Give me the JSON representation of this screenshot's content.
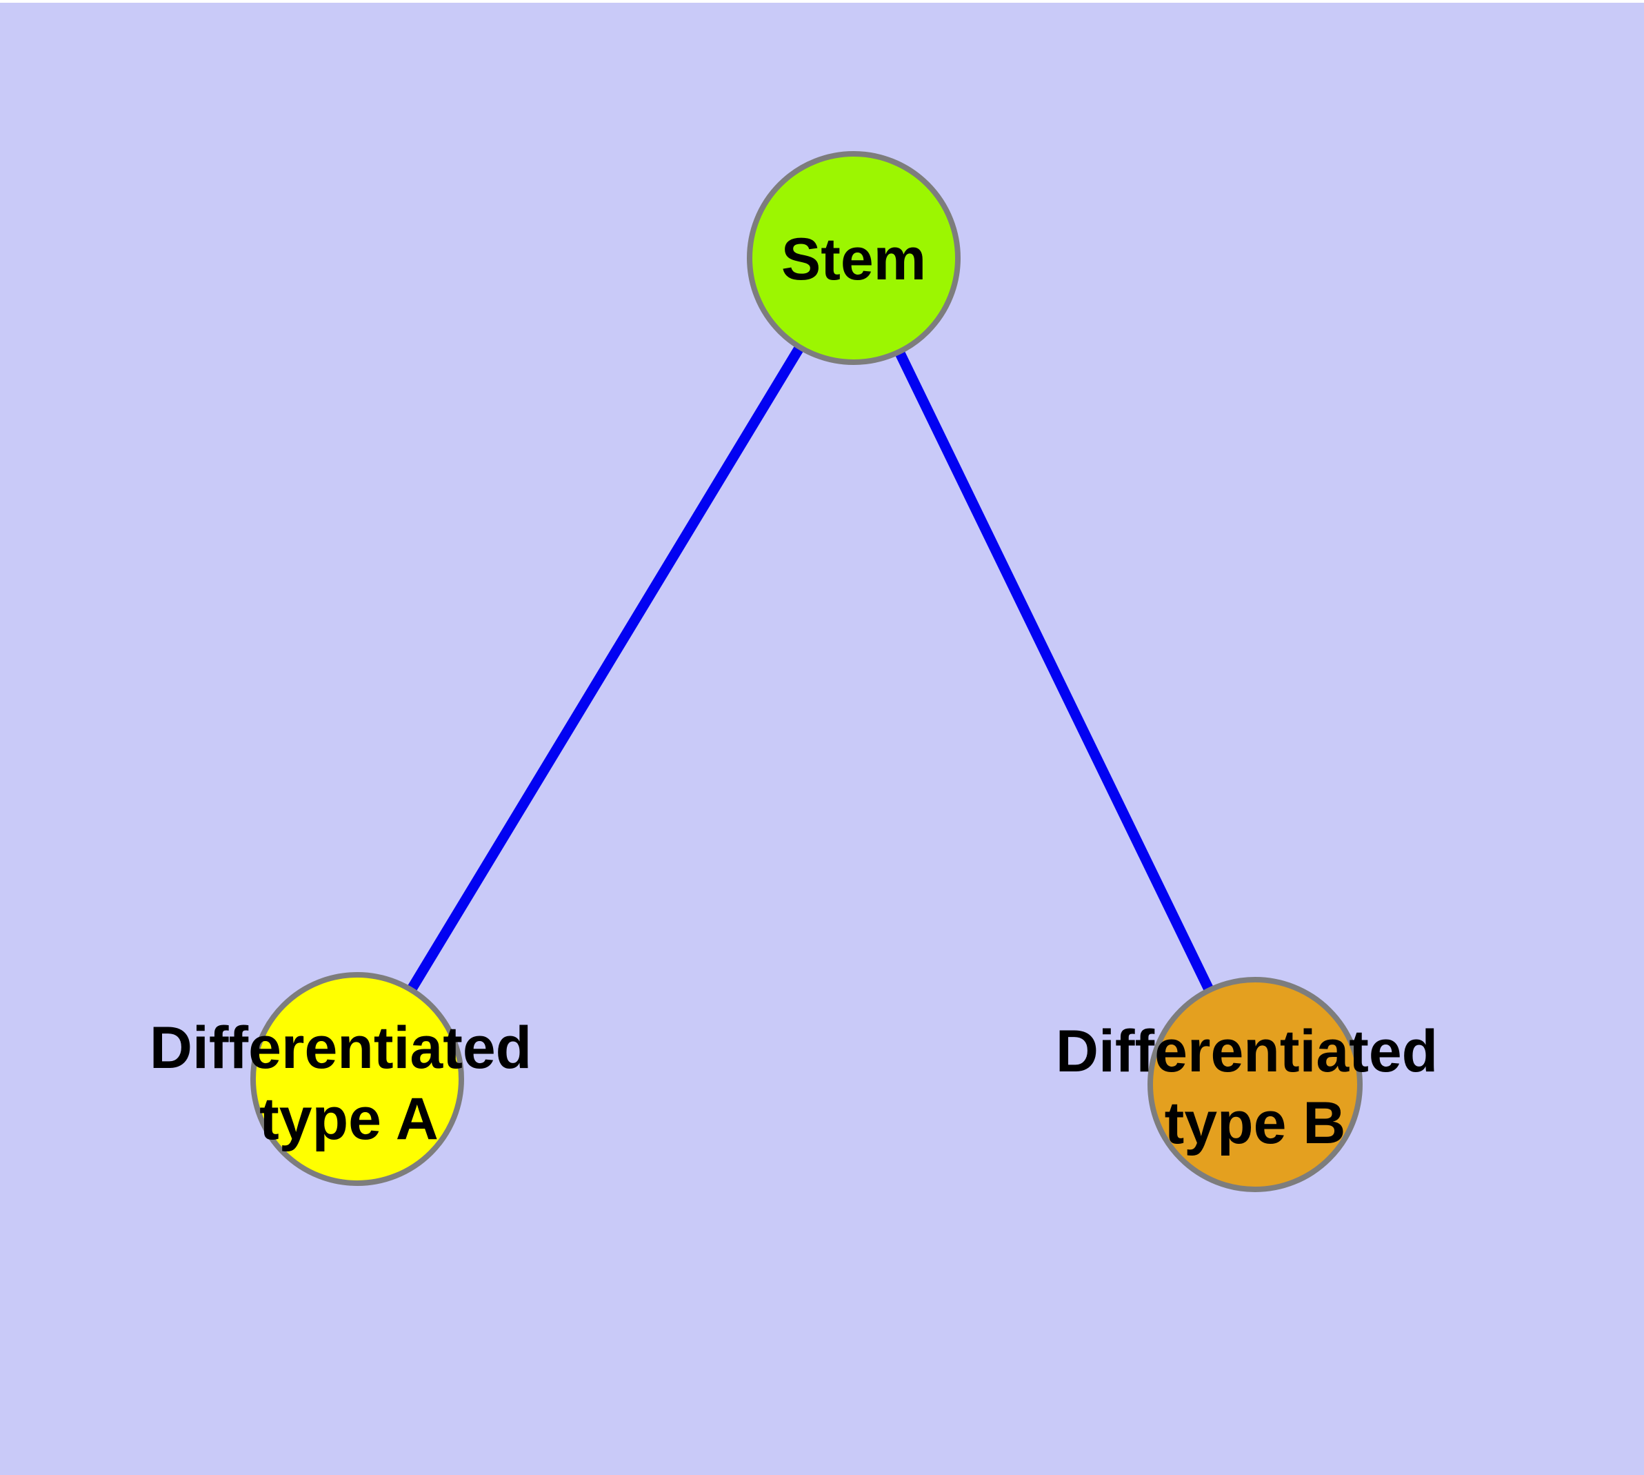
{
  "diagram": {
    "type": "graph",
    "background_color": "#C9CAF8",
    "top_margin_color": "#FFFFFF",
    "edge_color": "#0202F2",
    "node_border_color": "#7D7D7D",
    "label_color": "#000000",
    "nodes": [
      {
        "id": "stem",
        "label": "Stem",
        "label_lines": [
          "Stem"
        ],
        "fill": "#9CF601"
      },
      {
        "id": "differentiated-type-a",
        "label": "Differentiated type A",
        "label_lines": [
          "Differentiated",
          "type A"
        ],
        "fill": "#FFFF00"
      },
      {
        "id": "differentiated-type-b",
        "label": "Differentiated type B",
        "label_lines": [
          "Differentiated",
          "type B"
        ],
        "fill": "#E4A01F"
      }
    ],
    "edges": [
      {
        "from": "Stem",
        "to": "Differentiated type A"
      },
      {
        "from": "Stem",
        "to": "Differentiated type B"
      }
    ]
  }
}
